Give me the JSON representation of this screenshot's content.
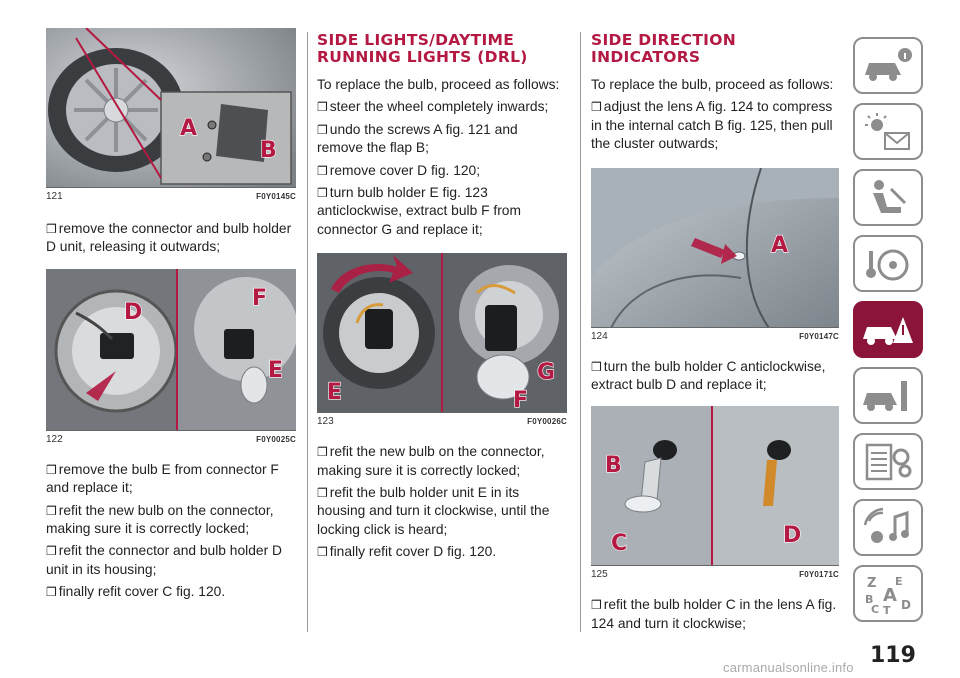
{
  "left_column": {
    "fig121": {
      "number": "121",
      "code": "F0Y0145C",
      "callouts": [
        "A",
        "B"
      ]
    },
    "p1": "remove the connector and bulb holder D unit, releasing it outwards;",
    "fig122": {
      "number": "122",
      "code": "F0Y0025C",
      "callouts": [
        "D",
        "F",
        "E"
      ]
    },
    "p2": "remove the bulb E from connector F and replace it;",
    "p3": "refit the new bulb on the connector, making sure it is correctly locked;",
    "p4": "refit the connector and bulb holder D unit in its housing;",
    "p5": "finally refit cover C fig. 120."
  },
  "middle_column": {
    "title": "SIDE LIGHTS/DAYTIME RUNNING LIGHTS (DRL)",
    "intro": "To replace the bulb, proceed as follows:",
    "p1": "steer the wheel completely inwards;",
    "p2": "undo the screws A fig. 121 and remove the flap B;",
    "p3": "remove cover D fig. 120;",
    "p4": "turn bulb holder E fig. 123 anticlockwise, extract bulb F from connector G and replace it;",
    "fig123": {
      "number": "123",
      "code": "F0Y0026C",
      "callouts": [
        "E",
        "G",
        "F"
      ]
    },
    "p5": "refit the new bulb on the connector, making sure it is correctly locked;",
    "p6": "refit the bulb holder unit E in its housing and turn it clockwise, until the locking click is heard;",
    "p7": "finally refit cover D fig. 120."
  },
  "right_column": {
    "title": "SIDE DIRECTION INDICATORS",
    "intro": "To replace the bulb, proceed as follows:",
    "p1": "adjust the lens A fig. 124 to compress in the internal catch B fig. 125, then pull the cluster outwards;",
    "fig124": {
      "number": "124",
      "code": "F0Y0147C",
      "callouts": [
        "A"
      ]
    },
    "p2": "turn the bulb holder C anticlockwise, extract bulb D and replace it;",
    "fig125": {
      "number": "125",
      "code": "F0Y0171C",
      "callouts": [
        "B",
        "C",
        "D"
      ]
    },
    "p3": "refit the bulb holder C in the lens A fig. 124 and turn it clockwise;"
  },
  "bullet_glyph": "❒",
  "tabs": [
    {
      "icon": "car-info-icon"
    },
    {
      "icon": "dashboard-lights-icon"
    },
    {
      "icon": "seat-airbag-icon"
    },
    {
      "icon": "steering-key-icon"
    },
    {
      "icon": "car-emergency-icon",
      "active": true
    },
    {
      "icon": "car-maintenance-icon"
    },
    {
      "icon": "technical-data-icon"
    },
    {
      "icon": "multimedia-icon"
    },
    {
      "icon": "alphabetical-index-icon"
    }
  ],
  "index_letters": [
    "Z",
    "E",
    "A",
    "B",
    "C",
    "T",
    "D"
  ],
  "page_number": "119",
  "watermark": "carmanualsonline.info",
  "colors": {
    "accent": "#b31942",
    "active_tab": "#8b1538",
    "tab_border": "#8d8d8d"
  }
}
